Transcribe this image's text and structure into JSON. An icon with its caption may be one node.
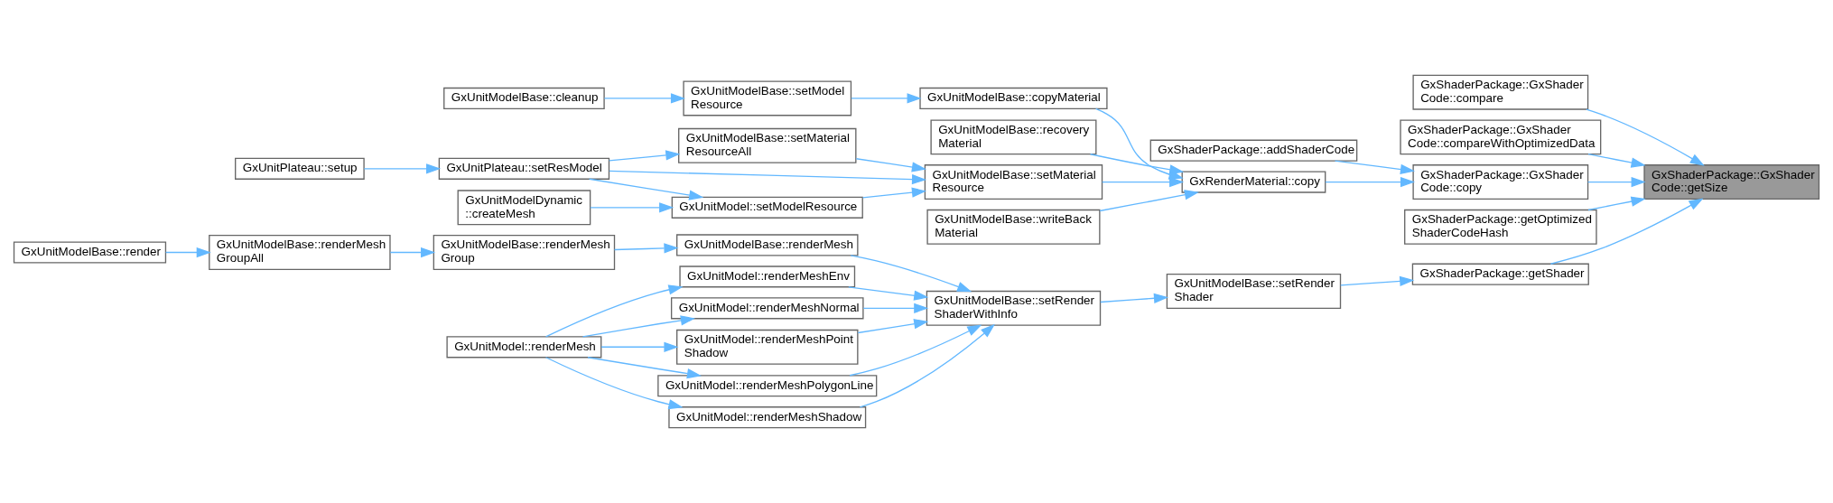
{
  "diagram": {
    "nodes": [
      {
        "text": [
          "GxShaderPackage::GxShader Code::getSize"
        ]
      },
      {
        "text": [
          "GxShaderPackage::GxShader Code::compare"
        ]
      },
      {
        "text": [
          "GxShaderPackage::GxShader Code::compareWithOptimizedData"
        ]
      },
      {
        "text": [
          "GxShaderPackage::GxShader Code::copy"
        ]
      },
      {
        "text": [
          "GxShaderPackage::getOptimized ShaderCodeHash"
        ]
      },
      {
        "text": [
          "GxShaderPackage::getShader"
        ]
      },
      {
        "text": [
          "GxShaderPackage::addShaderCode"
        ]
      },
      {
        "text": [
          "GxRenderMaterial::copy"
        ]
      },
      {
        "text": [
          "GxUnitModelBase::setRender Shader"
        ]
      },
      {
        "text": [
          "GxUnitModelBase::copyMaterial"
        ]
      },
      {
        "text": [
          "GxUnitModelBase::recovery Material"
        ]
      },
      {
        "text": [
          "GxUnitModelBase::setMaterial Resource"
        ]
      },
      {
        "text": [
          "GxUnitModelBase::writeBack Material"
        ]
      },
      {
        "text": [
          "GxUnitModelBase::setRender ShaderWithInfo"
        ]
      },
      {
        "text": [
          "GxUnitModelBase::setModel Resource"
        ]
      },
      {
        "text": [
          "GxUnitModelBase::setMaterial ResourceAll"
        ]
      },
      {
        "text": [
          "GxUnitPlateau::setResModel"
        ]
      },
      {
        "text": [
          "GxUnitModel::setModelResource"
        ]
      },
      {
        "text": [
          "GxUnitModelDynamic ::createMesh"
        ]
      },
      {
        "text": [
          "GxUnitModelBase::renderMesh"
        ]
      },
      {
        "text": [
          "GxUnitModel::renderMeshEnv"
        ]
      },
      {
        "text": [
          "GxUnitModel::renderMeshNormal"
        ]
      },
      {
        "text": [
          "GxUnitModel::renderMeshPoint Shadow"
        ]
      },
      {
        "text": [
          "GxUnitModel::renderMeshPolygonLine"
        ]
      },
      {
        "text": [
          "GxUnitModel::renderMeshShadow"
        ]
      },
      {
        "text": [
          "GxUnitModelBase::cleanup"
        ]
      },
      {
        "text": [
          "GxUnitPlateau::setup"
        ]
      },
      {
        "text": [
          "GxUnitModelBase::renderMesh Group"
        ]
      },
      {
        "text": [
          "GxUnitModel::renderMesh"
        ]
      },
      {
        "text": [
          "GxUnitModelBase::renderMesh GroupAll"
        ]
      },
      {
        "text": [
          "GxUnitModelBase::render"
        ]
      }
    ],
    "edges": [
      {
        "from": 1,
        "to": 0,
        "arrow": "to"
      },
      {
        "from": 2,
        "to": 0,
        "arrow": "to"
      },
      {
        "from": 3,
        "to": 0,
        "arrow": "to"
      },
      {
        "from": 4,
        "to": 0,
        "arrow": "to"
      },
      {
        "from": 5,
        "to": 0,
        "arrow": "to"
      },
      {
        "from": 6,
        "to": 3,
        "arrow": "to"
      },
      {
        "from": 7,
        "to": 3,
        "arrow": "to"
      },
      {
        "from": 8,
        "to": 5,
        "arrow": "to"
      },
      {
        "from": 9,
        "to": 7,
        "arrow": "to"
      },
      {
        "from": 10,
        "to": 7,
        "arrow": "to"
      },
      {
        "from": 11,
        "to": 7,
        "arrow": "to"
      },
      {
        "from": 12,
        "to": 7,
        "arrow": "to"
      },
      {
        "from": 13,
        "to": 8,
        "arrow": "to"
      },
      {
        "from": 14,
        "to": 9,
        "arrow": "to"
      },
      {
        "from": 15,
        "to": 11,
        "arrow": "to"
      },
      {
        "from": 16,
        "to": 11,
        "arrow": "to"
      },
      {
        "from": 17,
        "to": 11,
        "arrow": "to"
      },
      {
        "from": 19,
        "to": 13,
        "arrow": "to"
      },
      {
        "from": 20,
        "to": 13,
        "arrow": "to"
      },
      {
        "from": 21,
        "to": 13,
        "arrow": "to"
      },
      {
        "from": 22,
        "to": 13,
        "arrow": "to"
      },
      {
        "from": 23,
        "to": 13,
        "arrow": "to"
      },
      {
        "from": 24,
        "to": 13,
        "arrow": "to"
      },
      {
        "from": 25,
        "to": 14,
        "arrow": "to"
      },
      {
        "from": 16,
        "to": 15,
        "arrow": "to"
      },
      {
        "from": 26,
        "to": 16,
        "arrow": "to"
      },
      {
        "from": 16,
        "to": 17,
        "arrow": "to"
      },
      {
        "from": 18,
        "to": 17,
        "arrow": "to"
      },
      {
        "from": 27,
        "to": 19,
        "arrow": "to"
      },
      {
        "from": 28,
        "to": 20,
        "arrow": "to"
      },
      {
        "from": 28,
        "to": 21,
        "arrow": "to"
      },
      {
        "from": 28,
        "to": 22,
        "arrow": "to"
      },
      {
        "from": 28,
        "to": 23,
        "arrow": "to"
      },
      {
        "from": 28,
        "to": 24,
        "arrow": "to"
      },
      {
        "from": 29,
        "to": 27,
        "arrow": "to"
      },
      {
        "from": 30,
        "to": 29,
        "arrow": "to"
      }
    ]
  }
}
